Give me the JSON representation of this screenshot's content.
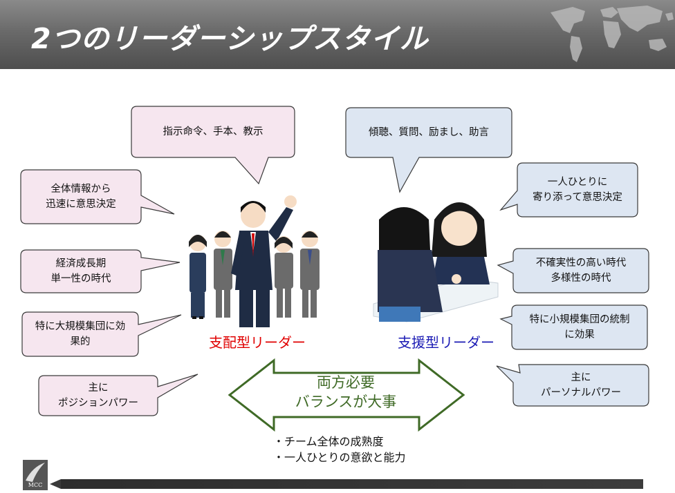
{
  "slide": {
    "title": "2つのリーダーシップスタイル"
  },
  "left_bubbles": [
    {
      "text": "指示命令、手本、教示"
    },
    {
      "text": "全体情報から\n迅速に意思決定"
    },
    {
      "text": "経済成長期\n単一性の時代"
    },
    {
      "text": "特に大規模集団に効\n果的"
    },
    {
      "text": "主に\nポジションパワー"
    }
  ],
  "right_bubbles": [
    {
      "text": "傾聴、質問、励まし、助言"
    },
    {
      "text": "一人ひとりに\n寄り添って意思決定"
    },
    {
      "text": "不確実性の高い時代\n多様性の時代"
    },
    {
      "text": "特に小規模集団の統制\nに効果"
    },
    {
      "text": "主に\nパーソナルパワー"
    }
  ],
  "leaders": {
    "directive": "支配型リーダー",
    "supportive": "支援型リーダー"
  },
  "arrow": {
    "text": "両方必要\nバランスが大事"
  },
  "points": [
    "・チーム全体の成熟度",
    "・一人ひとりの意欲と能力"
  ],
  "logo": {
    "text": "MCC"
  },
  "colors": {
    "left_bubble_fill": "#f6e6ef",
    "right_bubble_fill": "#dde6f2",
    "directive": "#e00000",
    "supportive": "#1a1ab4",
    "arrow_stroke": "#3f6a26"
  }
}
